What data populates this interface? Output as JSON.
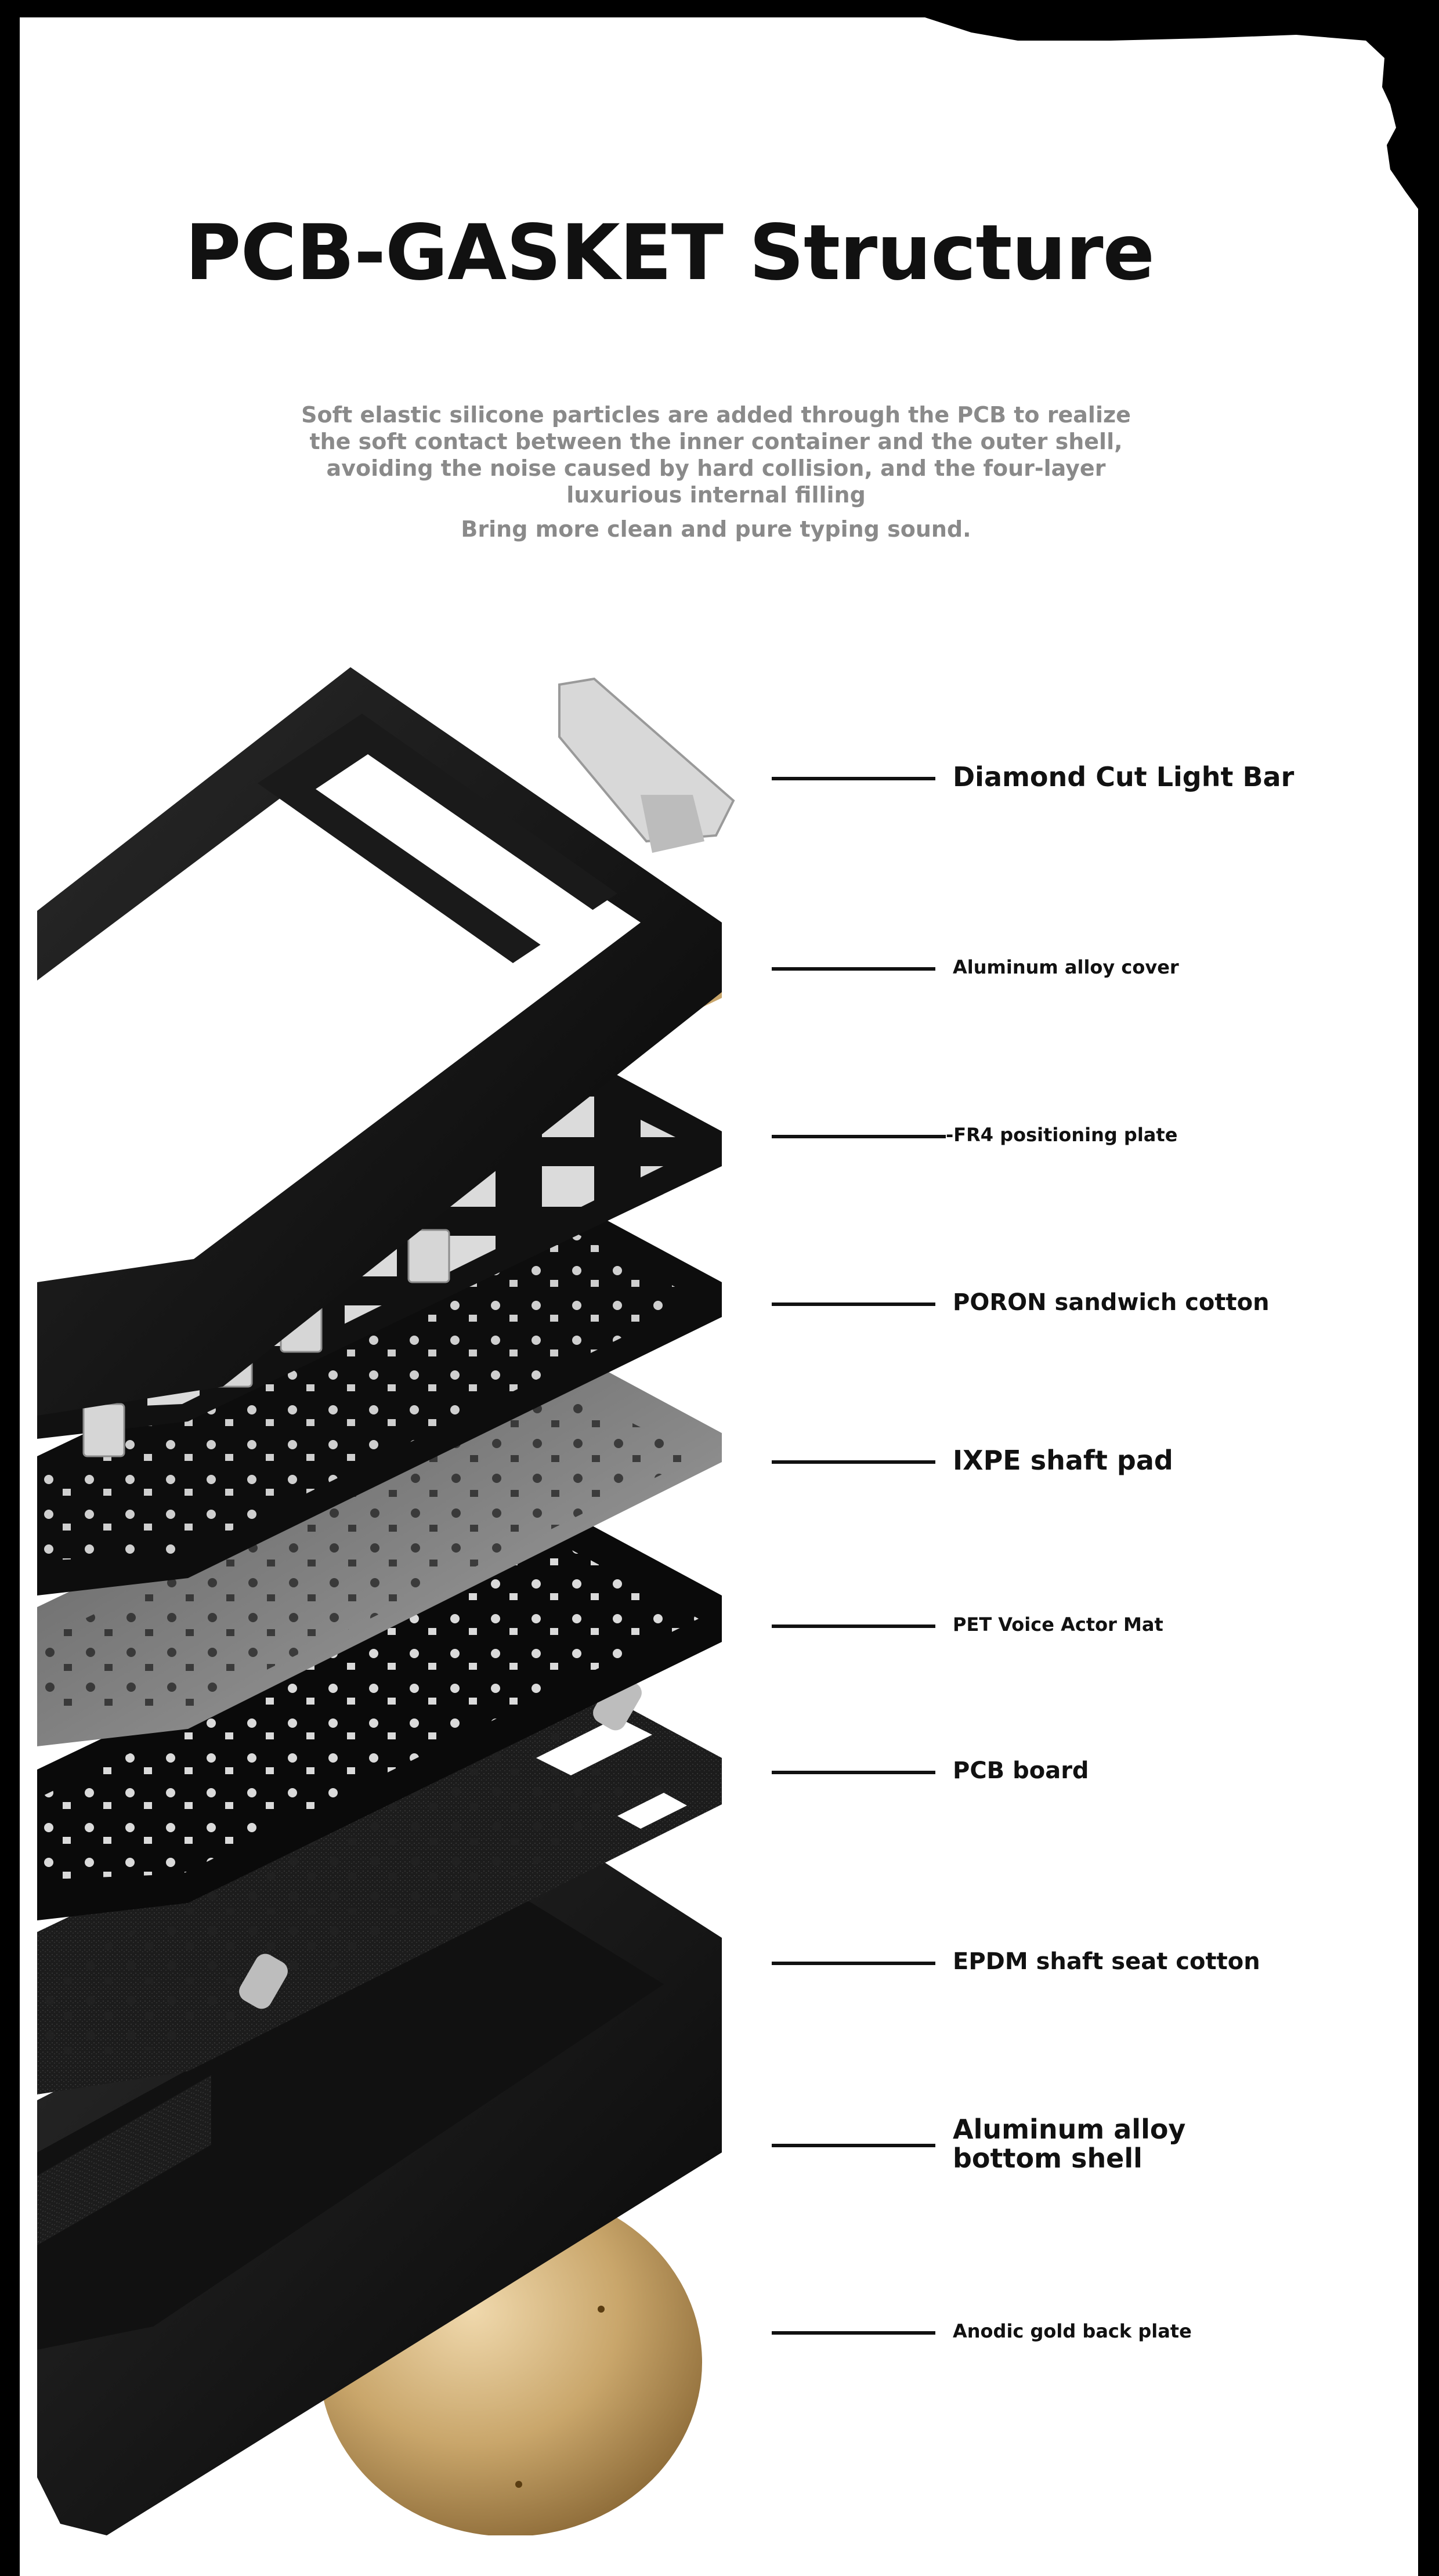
{
  "header": {
    "title": "PCB-GASKET Structure",
    "description": "Soft elastic silicone particles are added through the PCB to realize the soft contact between the inner container and the outer shell, avoiding the noise caused by hard collision, and the four-layer luxurious internal filling",
    "tagline": "Bring more clean and pure typing sound."
  },
  "layers": [
    {
      "label": "Diamond Cut Light Bar"
    },
    {
      "label": "Aluminum alloy cover"
    },
    {
      "label": "-FR4 positioning plate"
    },
    {
      "label": "PORON sandwich cotton"
    },
    {
      "label": "IXPE shaft pad"
    },
    {
      "label": "PET Voice Actor Mat"
    },
    {
      "label": "PCB board"
    },
    {
      "label": "EPDM shaft seat cotton"
    },
    {
      "label": "Aluminum alloy bottom shell"
    },
    {
      "label": "Anodic gold back plate"
    }
  ],
  "colors": {
    "background": "#ffffff",
    "frame": "#000000",
    "title": "#111111",
    "body_text": "#8a8a8a",
    "gold": "#c9a66b"
  }
}
